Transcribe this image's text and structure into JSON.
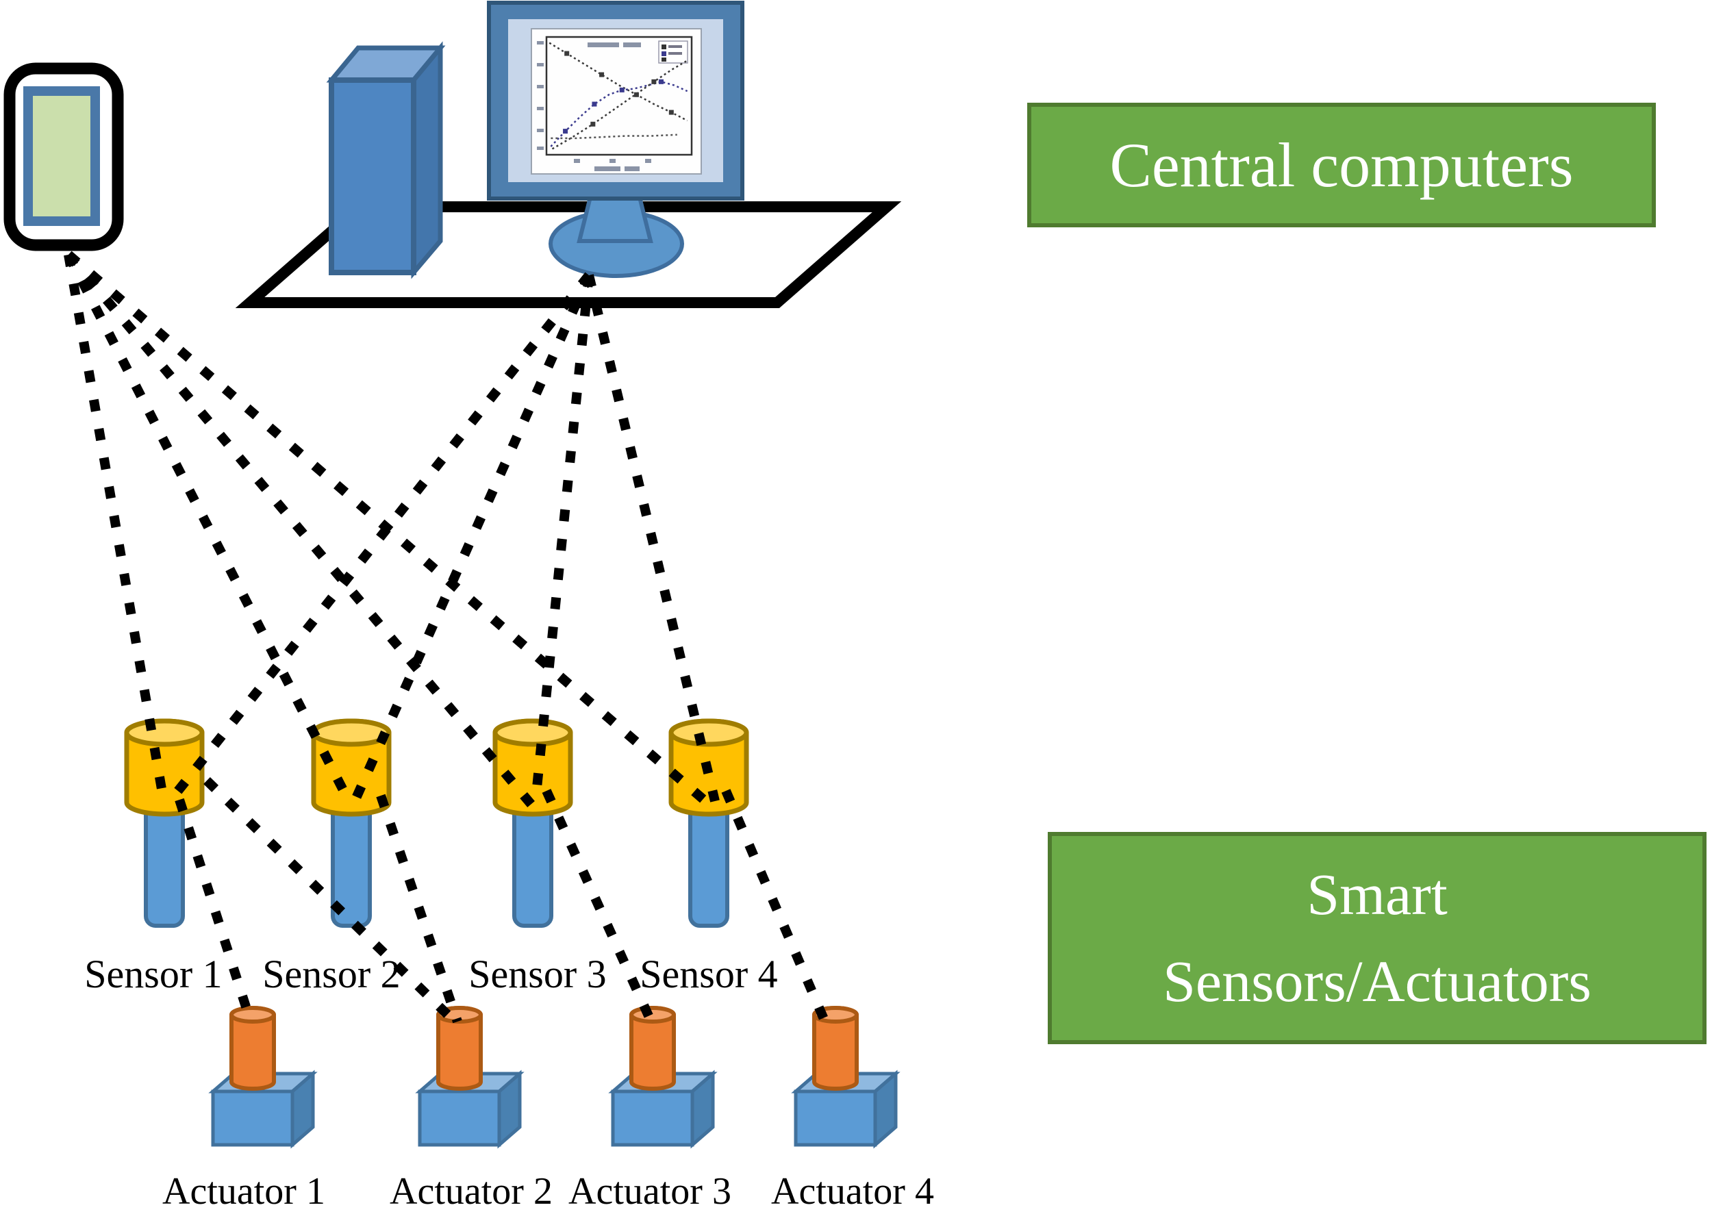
{
  "diagram": {
    "title_boxes": {
      "central": {
        "label": "Central computers",
        "fill": "#6BAA47",
        "border": "#4F7B2F",
        "text_color": "#FFFFFF"
      },
      "smart": {
        "line1": "Smart",
        "line2": "Sensors/Actuators",
        "fill": "#6BAA47",
        "border": "#4F7B2F",
        "text_color": "#FFFFFF"
      }
    },
    "devices": {
      "tablet": {
        "id": "tablet",
        "type": "handheld-terminal"
      },
      "monitor": {
        "id": "monitor",
        "type": "desktop-computer"
      },
      "tower": {
        "id": "tower",
        "type": "computer-tower"
      }
    },
    "sensors": [
      {
        "id": "sensor-1",
        "label": "Sensor 1"
      },
      {
        "id": "sensor-2",
        "label": "Sensor 2"
      },
      {
        "id": "sensor-3",
        "label": "Sensor 3"
      },
      {
        "id": "sensor-4",
        "label": "Sensor 4"
      }
    ],
    "actuators": [
      {
        "id": "actuator-1",
        "label": "Actuator 1"
      },
      {
        "id": "actuator-2",
        "label": "Actuator 2"
      },
      {
        "id": "actuator-3",
        "label": "Actuator 3"
      },
      {
        "id": "actuator-4",
        "label": "Actuator 4"
      }
    ],
    "connections": {
      "style": {
        "color": "#000000",
        "width": 14,
        "dash": "17 26"
      },
      "edges": [
        {
          "from": "tablet",
          "to": "sensor-1",
          "a": [
            100,
            372
          ],
          "b": [
            240,
            1175
          ]
        },
        {
          "from": "tablet",
          "to": "sensor-2",
          "a": [
            100,
            372
          ],
          "b": [
            512,
            1175
          ]
        },
        {
          "from": "tablet",
          "to": "sensor-3",
          "a": [
            100,
            372
          ],
          "b": [
            776,
            1175
          ]
        },
        {
          "from": "tablet",
          "to": "sensor-4",
          "a": [
            100,
            372
          ],
          "b": [
            1036,
            1175
          ]
        },
        {
          "from": "monitor",
          "to": "sensor-1",
          "a": [
            860,
            402
          ],
          "b": [
            248,
            1170
          ]
        },
        {
          "from": "monitor",
          "to": "sensor-2",
          "a": [
            860,
            402
          ],
          "b": [
            518,
            1170
          ]
        },
        {
          "from": "monitor",
          "to": "sensor-3",
          "a": [
            860,
            402
          ],
          "b": [
            782,
            1170
          ]
        },
        {
          "from": "monitor",
          "to": "sensor-4",
          "a": [
            860,
            402
          ],
          "b": [
            1044,
            1170
          ]
        },
        {
          "from": "sensor-1",
          "to": "actuator-1",
          "a": [
            262,
            1168
          ],
          "b": [
            366,
            1492
          ]
        },
        {
          "from": "sensor-1",
          "to": "actuator-2",
          "a": [
            302,
            1140
          ],
          "b": [
            662,
            1490
          ]
        },
        {
          "from": "sensor-2",
          "to": "actuator-2",
          "a": [
            556,
            1162
          ],
          "b": [
            668,
            1492
          ]
        },
        {
          "from": "sensor-3",
          "to": "actuator-3",
          "a": [
            798,
            1155
          ],
          "b": [
            950,
            1490
          ]
        },
        {
          "from": "sensor-4",
          "to": "actuator-4",
          "a": [
            1060,
            1155
          ],
          "b": [
            1203,
            1488
          ]
        }
      ]
    },
    "monitor_chart": {
      "type": "line",
      "note_legibility": "tiny illegible plot shown on monitor screen",
      "series": [
        {
          "name": "descending-dotted",
          "color": "#3a3a3a",
          "points": [
            [
              0.02,
              0.05
            ],
            [
              0.14,
              0.14
            ],
            [
              0.26,
              0.23
            ],
            [
              0.38,
              0.32
            ],
            [
              0.5,
              0.41
            ],
            [
              0.62,
              0.49
            ],
            [
              0.74,
              0.57
            ],
            [
              0.86,
              0.64
            ],
            [
              0.97,
              0.71
            ]
          ],
          "markers": [
            1,
            3,
            5,
            7
          ]
        },
        {
          "name": "rising-then-peak-blue",
          "color": "#3b3b8e",
          "points": [
            [
              0.03,
              0.93
            ],
            [
              0.13,
              0.8
            ],
            [
              0.23,
              0.68
            ],
            [
              0.33,
              0.57
            ],
            [
              0.43,
              0.49
            ],
            [
              0.52,
              0.45
            ],
            [
              0.6,
              0.44
            ],
            [
              0.7,
              0.41
            ],
            [
              0.79,
              0.38
            ],
            [
              0.88,
              0.41
            ],
            [
              0.97,
              0.46
            ]
          ],
          "markers": [
            1,
            3,
            5,
            8
          ]
        },
        {
          "name": "rising-to-corner",
          "color": "#3a3a3a",
          "points": [
            [
              0.04,
              0.95
            ],
            [
              0.18,
              0.85
            ],
            [
              0.32,
              0.74
            ],
            [
              0.46,
              0.62
            ],
            [
              0.6,
              0.5
            ],
            [
              0.74,
              0.38
            ],
            [
              0.86,
              0.28
            ],
            [
              0.97,
              0.2
            ]
          ],
          "markers": [
            2,
            5
          ]
        },
        {
          "name": "flat-bottom",
          "color": "#555555",
          "points": [
            [
              0.03,
              0.86
            ],
            [
              0.2,
              0.86
            ],
            [
              0.38,
              0.85
            ],
            [
              0.55,
              0.84
            ],
            [
              0.72,
              0.84
            ],
            [
              0.9,
              0.83
            ]
          ],
          "markers": []
        }
      ]
    },
    "colors": {
      "device_blue": "#4E86C2",
      "device_blue_light": "#7FA8D6",
      "device_blue_dark": "#3A6590",
      "monitor_frame": "#4E7FAE",
      "monitor_bezel": "#C7D6EA",
      "stand_blue": "#5B96CB",
      "table_black": "#000000",
      "sensor_yellow": "#FFC000",
      "sensor_yellow_top": "#FFD75E",
      "sensor_yellow_border": "#A07D00",
      "stem_blue": "#5B9BD5",
      "stem_border": "#41719C",
      "actuator_orange": "#ED7D31",
      "actuator_orange_top": "#F4A269",
      "actuator_orange_border": "#AC5A14",
      "cube_front": "#5B9BD5",
      "cube_top": "#8FB9E0",
      "cube_side": "#4981B1",
      "label_green": "#6BAA47",
      "label_green_border": "#4F7B2F"
    }
  }
}
